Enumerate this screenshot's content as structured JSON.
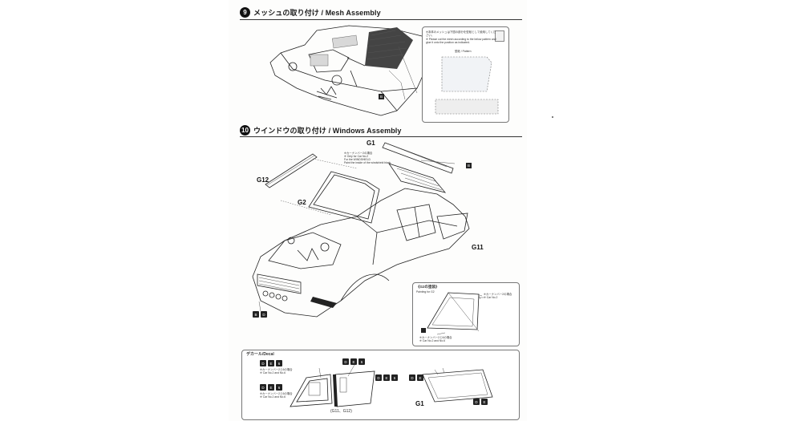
{
  "step9": {
    "number": "9",
    "title": "メッシュの取り付け / Mesh Assembly",
    "part_tag": "B",
    "note_jp": "※本体のメッシュは下図の部分を型紙として使用してください。",
    "note_en": "※ Please cut the mesh according to the below pattern and glue it onto the position as indicated.",
    "pattern_label": "型紙 / Pattern"
  },
  "step10": {
    "number": "10",
    "title": "ウインドウの取り付け / Windows Assembly",
    "labels": {
      "g1": "G1",
      "g12": "G12",
      "g2": "G2",
      "g11": "G11"
    },
    "g2_note_lines": [
      "※カーナンバー2の場合",
      "※ Only for Car No.2",
      "For the WINDSHIELD",
      "Paint the inside of the windshield black."
    ],
    "g1_tag": "B",
    "front_tags": [
      "B",
      "D"
    ],
    "painting": {
      "title": "《G2の塗装》",
      "subtitle": "Painting for G2",
      "note_top": [
        "※カーナンバー2の場合",
        "※ Car No.2"
      ],
      "note_bottom": [
        "※カーナンバー2と6の場合",
        "※ Car No.2 and No.6"
      ]
    }
  },
  "decal": {
    "title": "デカール/Decal",
    "pairs": [
      "D",
      "E",
      "6"
    ],
    "note1": [
      "※カーナンバー2と6の場合",
      "※ Car No.2 and No.6"
    ],
    "note2": [
      "※カーナンバー2と6の場合",
      "※ Car No.2 and No.6"
    ],
    "parts_caption": "(G11、G12)",
    "g1_label": "G1"
  }
}
